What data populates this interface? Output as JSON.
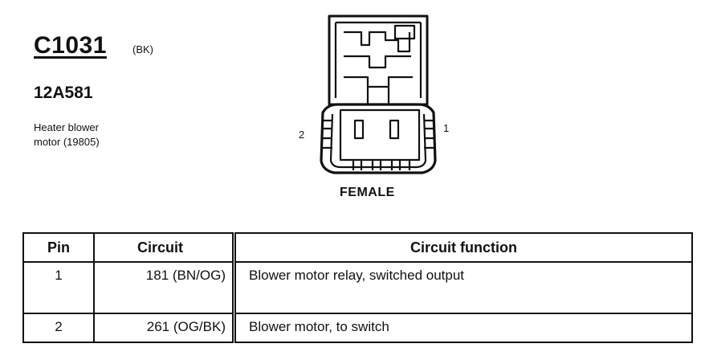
{
  "connector": {
    "id": "C1031",
    "color_code": "(BK)",
    "part_number": "12A581",
    "description_line1": "Heater blower",
    "description_line2": "motor (19805)",
    "gender": "FEMALE",
    "pin_labels": {
      "left": "2",
      "right": "1"
    }
  },
  "table": {
    "headers": {
      "pin": "Pin",
      "circuit": "Circuit",
      "function": "Circuit function"
    },
    "rows": [
      {
        "pin": "1",
        "circuit": "181 (BN/OG)",
        "function": "Blower motor relay, switched output"
      },
      {
        "pin": "2",
        "circuit": "261 (OG/BK)",
        "function": "Blower motor, to switch"
      }
    ]
  }
}
